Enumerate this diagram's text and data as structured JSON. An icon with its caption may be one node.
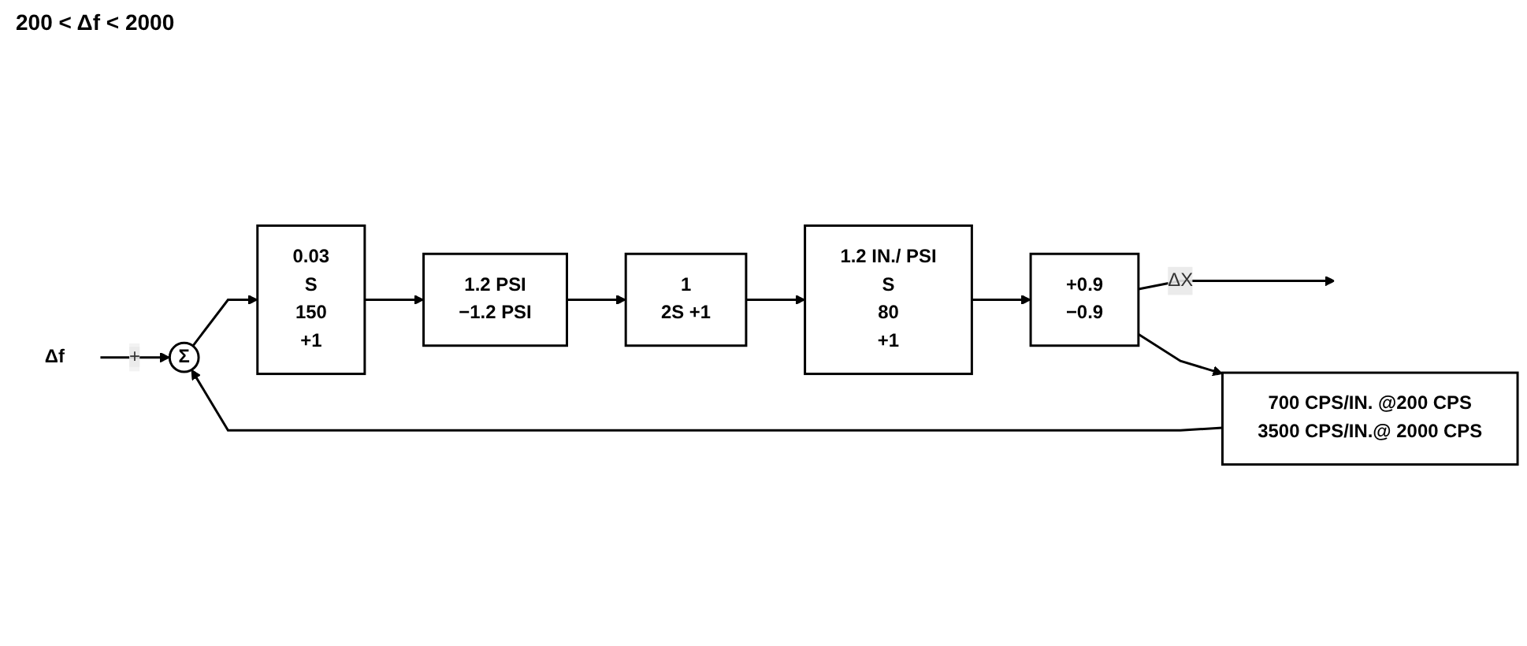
{
  "diagram": {
    "nodes": [
      {
        "text": [
          "Δf"
        ]
      },
      {
        "text": [
          "Σ"
        ]
      },
      {
        "text": [
          "0.03",
          "S",
          "150",
          "+1"
        ]
      },
      {
        "text": [
          "1.2 PSI",
          "−1.2 PSI"
        ]
      },
      {
        "text": [
          "1",
          "2S +1"
        ]
      },
      {
        "text": [
          "1.2 IN./ PSI",
          "S",
          "80",
          "+1"
        ]
      },
      {
        "text": [
          "+0.9",
          "−0.9"
        ]
      },
      {
        "text": [
          "700 CPS/IN. @200 CPS",
          "3500 CPS/IN.@ 2000 CPS"
        ]
      }
    ],
    "edges": [
      {
        "from": 0,
        "to": 1,
        "arrow": "to",
        "label": "+"
      },
      {
        "from": 1,
        "to": 2,
        "arrow": "to"
      },
      {
        "from": 2,
        "to": 3,
        "arrow": "to"
      },
      {
        "from": 3,
        "to": 4,
        "arrow": "to"
      },
      {
        "from": 4,
        "to": 5,
        "arrow": "to"
      },
      {
        "from": 5,
        "to": 6,
        "arrow": "to"
      },
      {
        "from": 6,
        "to": null,
        "arrow": "to",
        "label": "ΔX"
      },
      {
        "from": 6,
        "to": 7,
        "arrow": "to"
      },
      {
        "from": 7,
        "to": 1,
        "arrow": "to"
      }
    ],
    "labels": [
      "200 < Δf < 2000"
    ]
  }
}
